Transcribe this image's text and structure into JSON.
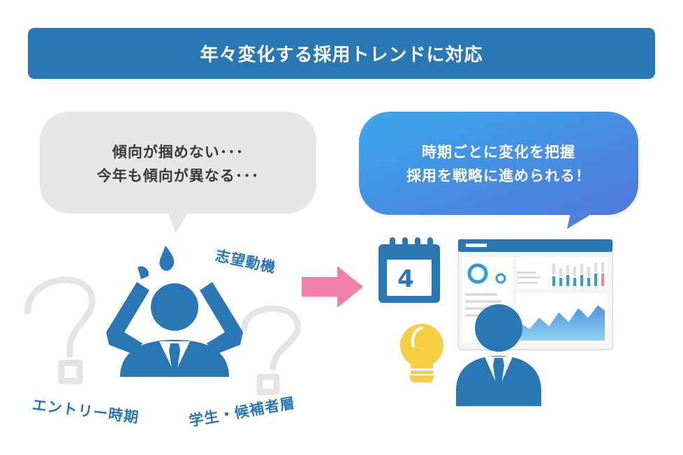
{
  "banner": {
    "title": "年々変化する採用トレンドに対応"
  },
  "left_bubble": {
    "lines": [
      "傾向が掴めない･･･",
      "今年も傾向が異なる･･･"
    ]
  },
  "right_bubble": {
    "lines": [
      "時期ごとに変化を把握",
      "採用を戦略に進められる！"
    ]
  },
  "labels": {
    "motivation": "志望動機",
    "entry_timing": "エントリー時期",
    "student_layer": "学生・候補者層"
  },
  "calendar": {
    "number": "4"
  },
  "colors": {
    "primary": "#2a77b5",
    "bubble_gray": "#e6e6e6",
    "gradient_start": "#3ba7ec",
    "gradient_end": "#5078db",
    "arrow_pink": "#f37fa9",
    "bulb_yellow": "#f6cf45",
    "question_gray": "#e4e4e4"
  }
}
